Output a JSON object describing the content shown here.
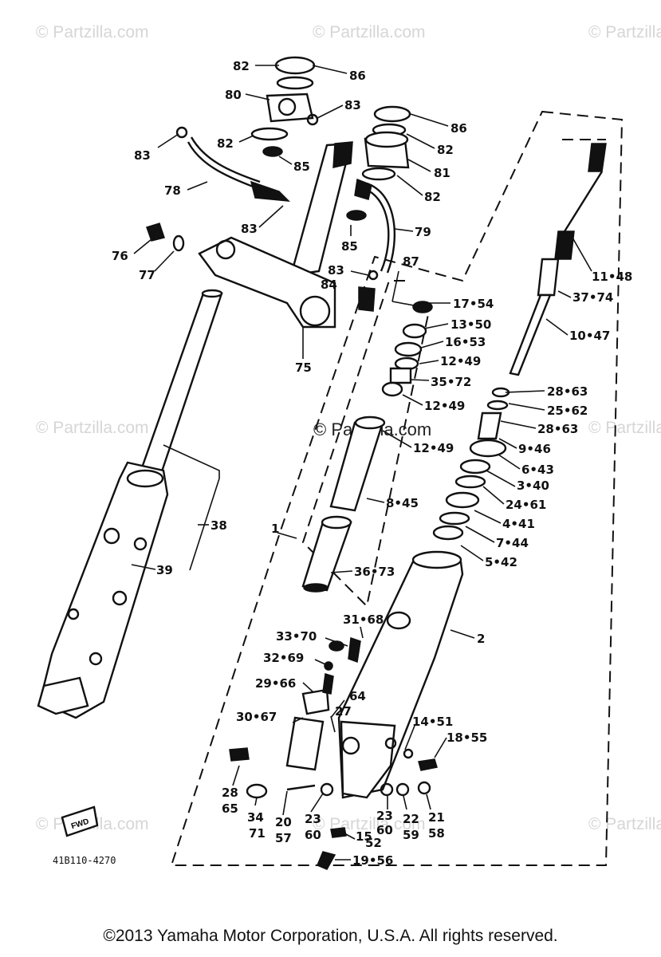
{
  "watermarks": {
    "site": "© Partzilla.com",
    "site_center": "© Partzilla.com"
  },
  "diagram_code": "41B110-4270",
  "fwd_badge": "FWD",
  "copyright": "©2013 Yamaha Motor Corporation, U.S.A. All rights reserved.",
  "callouts": {
    "c82a": "82",
    "c86a": "86",
    "c80": "80",
    "c83a": "83",
    "c86b": "86",
    "c82b": "82",
    "c81": "81",
    "c82c": "82",
    "c83b": "83",
    "c82d": "82",
    "c85a": "85",
    "c78": "78",
    "c83c": "83",
    "c85b": "85",
    "c79": "79",
    "c76": "76",
    "c77": "77",
    "c83d": "83",
    "c87": "87",
    "c84": "84",
    "c75": "75",
    "c17_54": "17•54",
    "c13_50": "13•50",
    "c16_53": "16•53",
    "c12_49a": "12•49",
    "c35_72": "35•72",
    "c12_49b": "12•49",
    "c12_49c": "12•49",
    "c8_45": "8•45",
    "c36_73": "36•73",
    "c1_48": "11•48",
    "c37_74": "37•74",
    "c10_47": "10•47",
    "c28_63a": "28•63",
    "c25_62": "25•62",
    "c28_63b": "28•63",
    "c9_46": "9•46",
    "c6_43": "6•43",
    "c3_40": "3•40",
    "c24_61": "24•61",
    "c4_41": "4•41",
    "c7_44": "7•44",
    "c5_42": "5•42",
    "c1": "1",
    "c38": "38",
    "c39": "39",
    "c2": "2",
    "c33_70": "33•70",
    "c31_68": "31•68",
    "c32_69": "32•69",
    "c29_66": "29•66",
    "c64": "64",
    "c27": "27",
    "c30_67": "30•67",
    "c14_51": "14•51",
    "c18_55": "18•55",
    "c28_65a": "28",
    "c28_65b": "65",
    "c34": "34",
    "c71": "71",
    "c20": "20",
    "c57": "57",
    "c23a": "23",
    "c60a": "60",
    "c23b": "23",
    "c60b": "60",
    "c22": "22",
    "c59": "59",
    "c21": "21",
    "c58": "58",
    "c15": "15",
    "c52": "52",
    "c19_56": "19•56"
  }
}
